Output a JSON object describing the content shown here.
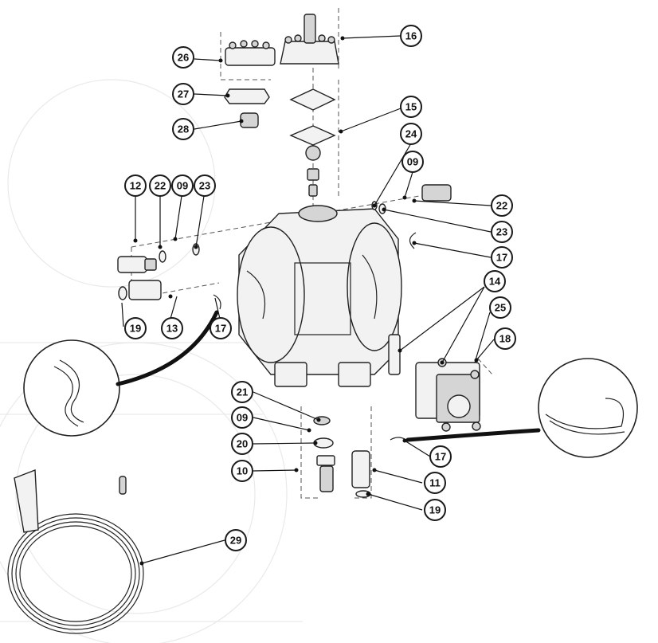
{
  "callouts": [
    {
      "id": "c26",
      "label": "26"
    },
    {
      "id": "c16",
      "label": "16"
    },
    {
      "id": "c27",
      "label": "27"
    },
    {
      "id": "c15",
      "label": "15"
    },
    {
      "id": "c28",
      "label": "28"
    },
    {
      "id": "c24",
      "label": "24"
    },
    {
      "id": "c09a",
      "label": "09"
    },
    {
      "id": "c12",
      "label": "12"
    },
    {
      "id": "c22a",
      "label": "22"
    },
    {
      "id": "c09b",
      "label": "09"
    },
    {
      "id": "c23a",
      "label": "23"
    },
    {
      "id": "c22b",
      "label": "22"
    },
    {
      "id": "c23b",
      "label": "23"
    },
    {
      "id": "c17a",
      "label": "17"
    },
    {
      "id": "c14",
      "label": "14"
    },
    {
      "id": "c19a",
      "label": "19"
    },
    {
      "id": "c13",
      "label": "13"
    },
    {
      "id": "c17b",
      "label": "17"
    },
    {
      "id": "c25",
      "label": "25"
    },
    {
      "id": "c18",
      "label": "18"
    },
    {
      "id": "c21",
      "label": "21"
    },
    {
      "id": "c09c",
      "label": "09"
    },
    {
      "id": "c20",
      "label": "20"
    },
    {
      "id": "c17c",
      "label": "17"
    },
    {
      "id": "c10",
      "label": "10"
    },
    {
      "id": "c11",
      "label": "11"
    },
    {
      "id": "c19b",
      "label": "19"
    },
    {
      "id": "c29",
      "label": "29"
    }
  ]
}
